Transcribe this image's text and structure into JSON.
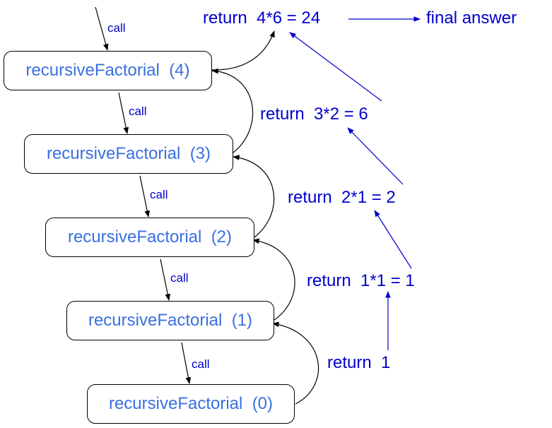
{
  "frames": [
    {
      "label": "recursiveFactorial  (4)"
    },
    {
      "label": "recursiveFactorial  (3)"
    },
    {
      "label": "recursiveFactorial  (2)"
    },
    {
      "label": "recursiveFactorial  (1)"
    },
    {
      "label": "recursiveFactorial  (0)"
    }
  ],
  "call_labels": [
    "call",
    "call",
    "call",
    "call",
    "call"
  ],
  "returns": [
    {
      "text": "return  4*6 = 24"
    },
    {
      "text": "return  3*2 = 6"
    },
    {
      "text": "return  2*1 = 2"
    },
    {
      "text": "return  1*1 = 1"
    },
    {
      "text": "return  1"
    }
  ],
  "final_label": "final answer",
  "colors": {
    "frame_text": "#3a6fe0",
    "return_text": "#0000cc",
    "call_text": "#0000cc",
    "arrow": "#000000",
    "return_arrow": "#0000cc"
  }
}
